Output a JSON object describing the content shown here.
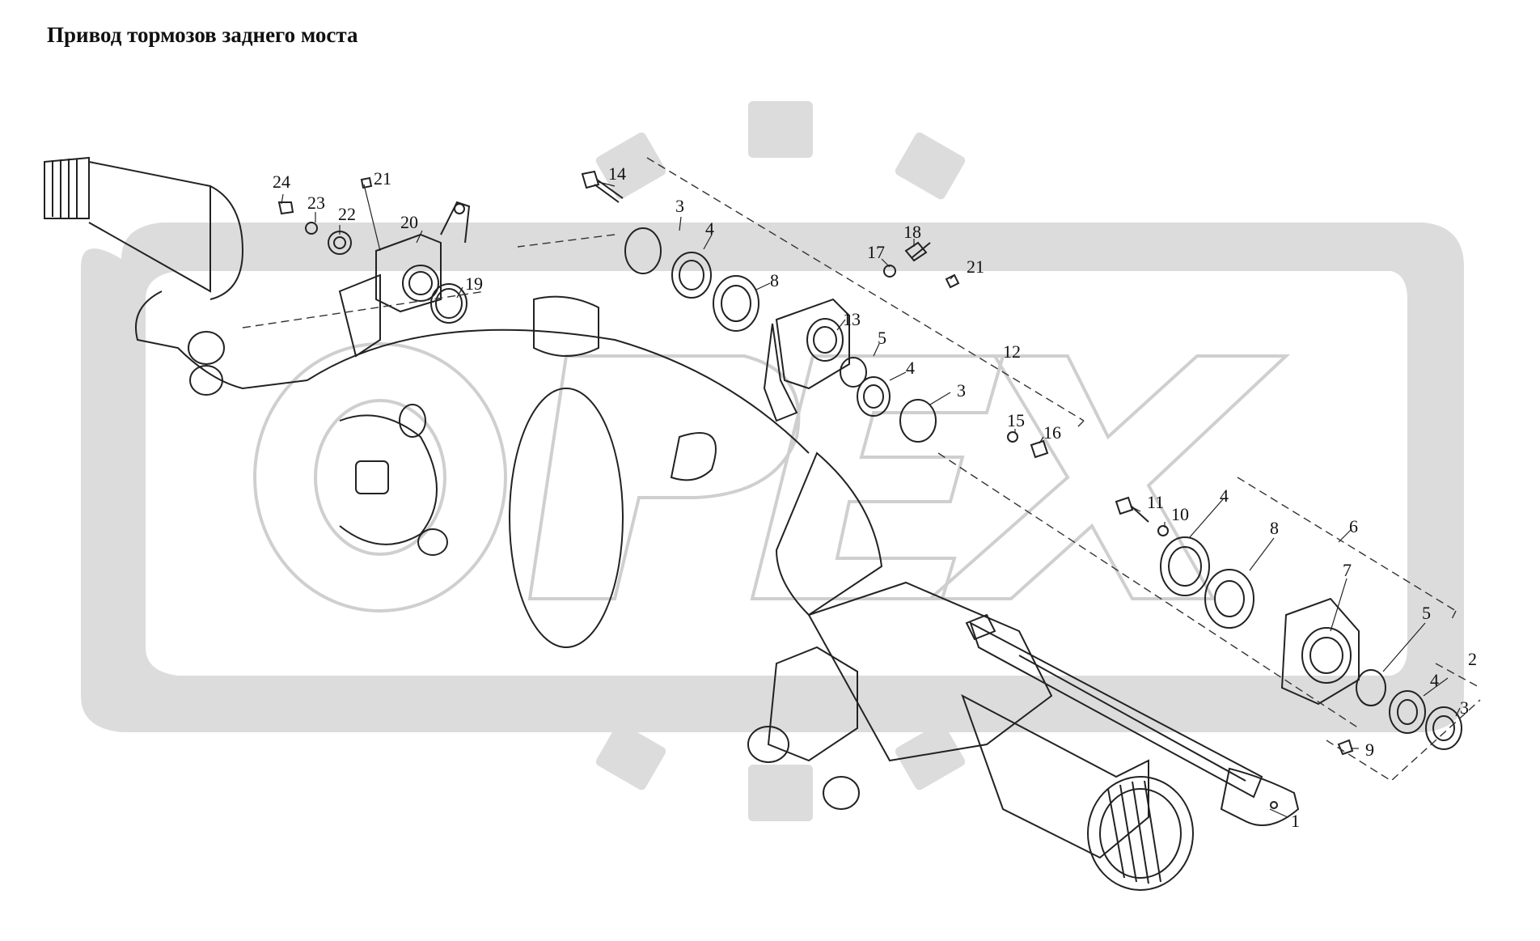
{
  "title": "Привод тормозов заднего моста",
  "watermark": {
    "text": "OPEX",
    "color": "#d9d9d9"
  },
  "part_labels": [
    {
      "id": "p1",
      "text": "1"
    },
    {
      "id": "p2",
      "text": "2"
    },
    {
      "id": "p3a",
      "text": "3"
    },
    {
      "id": "p3b",
      "text": "3"
    },
    {
      "id": "p3c",
      "text": "3"
    },
    {
      "id": "p4a",
      "text": "4"
    },
    {
      "id": "p4b",
      "text": "4"
    },
    {
      "id": "p4c",
      "text": "4"
    },
    {
      "id": "p4d",
      "text": "4"
    },
    {
      "id": "p5a",
      "text": "5"
    },
    {
      "id": "p5b",
      "text": "5"
    },
    {
      "id": "p6",
      "text": "6"
    },
    {
      "id": "p7",
      "text": "7"
    },
    {
      "id": "p8a",
      "text": "8"
    },
    {
      "id": "p8b",
      "text": "8"
    },
    {
      "id": "p9",
      "text": "9"
    },
    {
      "id": "p10",
      "text": "10"
    },
    {
      "id": "p11",
      "text": "11"
    },
    {
      "id": "p12",
      "text": "12"
    },
    {
      "id": "p13",
      "text": "13"
    },
    {
      "id": "p14",
      "text": "14"
    },
    {
      "id": "p15",
      "text": "15"
    },
    {
      "id": "p16",
      "text": "16"
    },
    {
      "id": "p17",
      "text": "17"
    },
    {
      "id": "p18",
      "text": "18"
    },
    {
      "id": "p19",
      "text": "19"
    },
    {
      "id": "p20",
      "text": "20"
    },
    {
      "id": "p21a",
      "text": "21"
    },
    {
      "id": "p21b",
      "text": "21"
    },
    {
      "id": "p22",
      "text": "22"
    },
    {
      "id": "p23",
      "text": "23"
    },
    {
      "id": "p24",
      "text": "24"
    }
  ]
}
